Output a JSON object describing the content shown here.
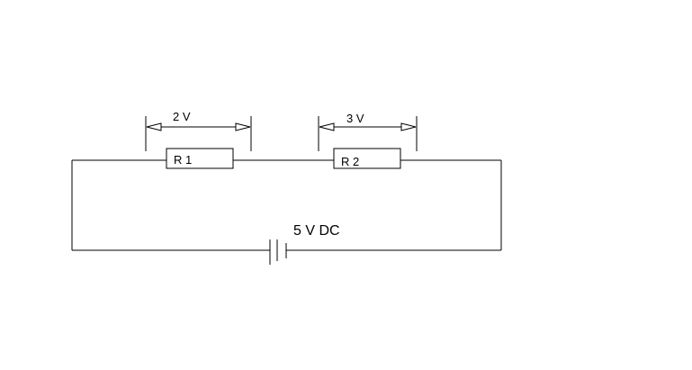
{
  "circuit": {
    "resistor1": {
      "label": "R 1"
    },
    "resistor2": {
      "label": "R 2"
    },
    "voltage1": {
      "label": "2 V"
    },
    "voltage2": {
      "label": "3 V"
    },
    "source": {
      "label": "5 V DC"
    }
  }
}
